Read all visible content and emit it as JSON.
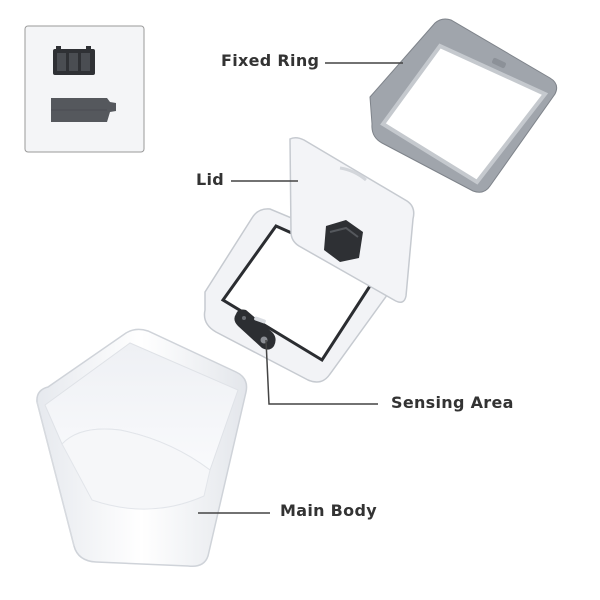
{
  "labels": {
    "fixed_ring": "Fixed Ring",
    "lid": "Lid",
    "sensing_area": "Sensing Area",
    "main_body": "Main Body"
  },
  "colors": {
    "ring_gray": "#9a9fa6",
    "white_part": "#f5f6f8",
    "dark_part": "#3a3c40",
    "line": "#444444"
  }
}
